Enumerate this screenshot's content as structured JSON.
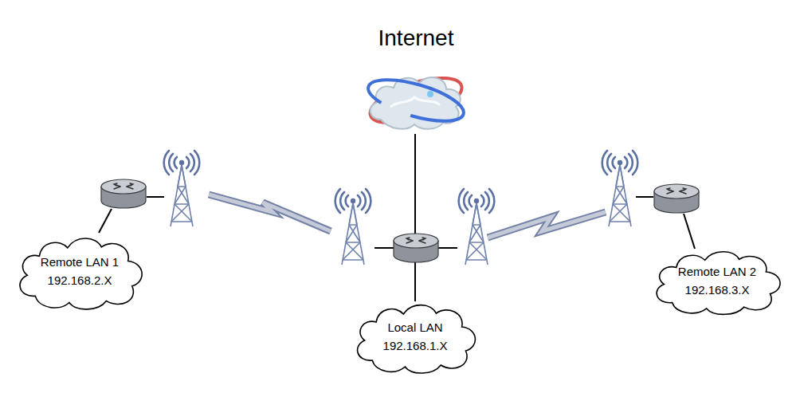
{
  "diagram": {
    "nodes": [
      {
        "text": [
          "Remote LAN 1",
          "192.168.2.X"
        ]
      },
      {
        "text": [
          "Local LAN",
          "192.168.1.X"
        ]
      },
      {
        "text": [
          "Remote LAN 2",
          "192.168.3.X"
        ]
      }
    ],
    "labels": [
      "Internet"
    ]
  }
}
